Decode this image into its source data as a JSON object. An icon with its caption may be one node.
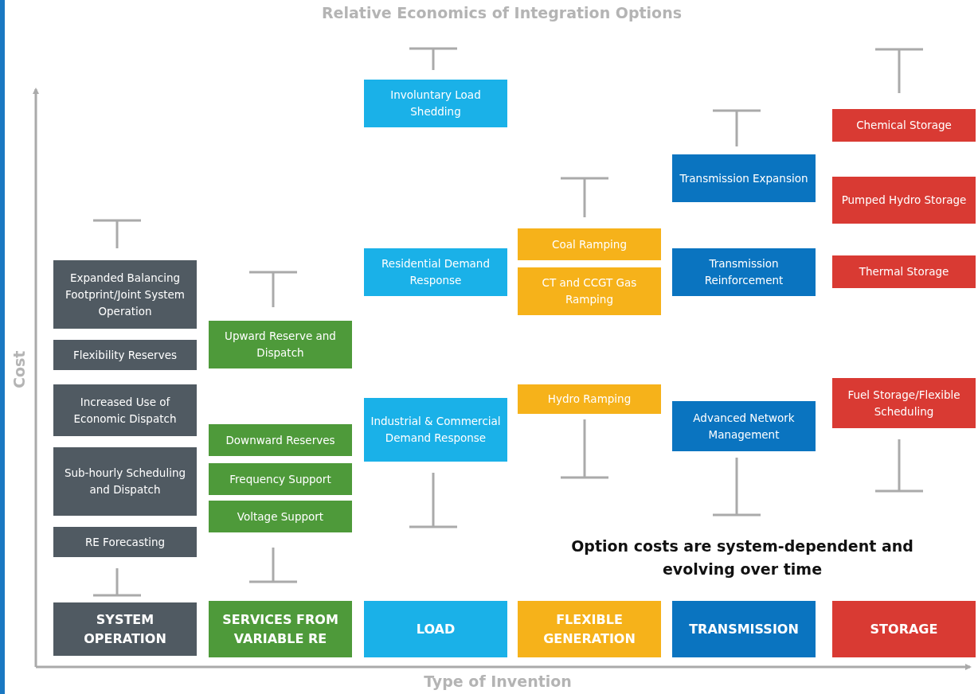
{
  "diagram": {
    "title": "Relative Economics of Integration Options",
    "nodes": [
      {
        "text": [
          "Expanded Balancing Footprint/Joint System Operation"
        ]
      },
      {
        "text": [
          "Flexibility Reserves"
        ]
      },
      {
        "text": [
          "Increased Use of Economic Dispatch"
        ]
      },
      {
        "text": [
          "Sub-hourly Scheduling and Dispatch"
        ]
      },
      {
        "text": [
          "RE Forecasting"
        ]
      },
      {
        "text": [
          "SYSTEM OPERATION"
        ]
      },
      {
        "text": [
          "Upward Reserve and Dispatch"
        ]
      },
      {
        "text": [
          "Downward Reserves"
        ]
      },
      {
        "text": [
          "Frequency Support"
        ]
      },
      {
        "text": [
          "Voltage Support"
        ]
      },
      {
        "text": [
          "SERVICES FROM VARIABLE RE"
        ]
      },
      {
        "text": [
          "Involuntary Load Shedding"
        ]
      },
      {
        "text": [
          "Residential Demand Response"
        ]
      },
      {
        "text": [
          "Industrial & Commercial Demand Response"
        ]
      },
      {
        "text": [
          "LOAD"
        ]
      },
      {
        "text": [
          "Coal Ramping"
        ]
      },
      {
        "text": [
          "CT and CCGT Gas Ramping"
        ]
      },
      {
        "text": [
          "Hydro Ramping"
        ]
      },
      {
        "text": [
          "FLEXIBLE GENERATION"
        ]
      },
      {
        "text": [
          "Transmission Expansion"
        ]
      },
      {
        "text": [
          "Transmission Reinforcement"
        ]
      },
      {
        "text": [
          "Advanced Network Management"
        ]
      },
      {
        "text": [
          "TRANSMISSION"
        ]
      },
      {
        "text": [
          "Chemical Storage"
        ]
      },
      {
        "text": [
          "Pumped Hydro Storage"
        ]
      },
      {
        "text": [
          "Thermal Storage"
        ]
      },
      {
        "text": [
          "Fuel Storage/Flexible Scheduling"
        ]
      },
      {
        "text": [
          "STORAGE"
        ]
      }
    ],
    "edges": [],
    "labels": [
      "Cost",
      "Option costs are system-dependent and evolving over time",
      "Type of Invention"
    ]
  }
}
